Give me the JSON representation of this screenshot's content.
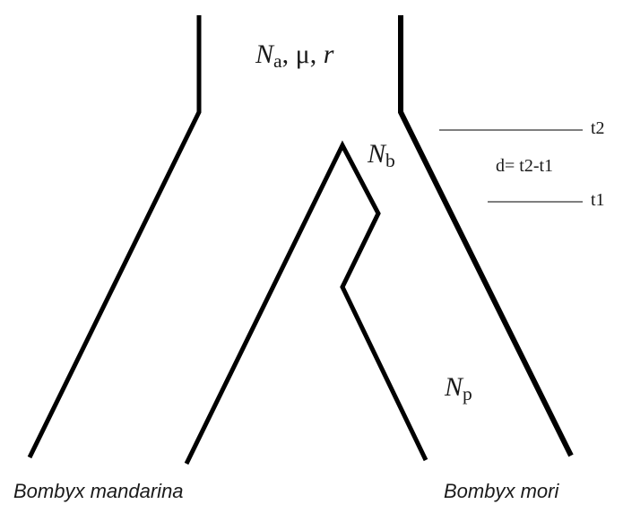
{
  "diagram": {
    "type": "population-divergence-model",
    "labels": {
      "ancestral": {
        "N": "N",
        "sub": "a",
        "rest": ", μ, ",
        "r": "r"
      },
      "bottleneck": {
        "N": "N",
        "sub": "b"
      },
      "present": {
        "N": "N",
        "sub": "p"
      },
      "t2": "t2",
      "t1": "t1",
      "duration": "d= t2-t1"
    },
    "species": {
      "left": "Bombyx mandarina",
      "right": "Bombyx mori"
    },
    "colors": {
      "lines": "#000000",
      "time_lines": "#555555",
      "text": "#1a1a1a"
    }
  }
}
